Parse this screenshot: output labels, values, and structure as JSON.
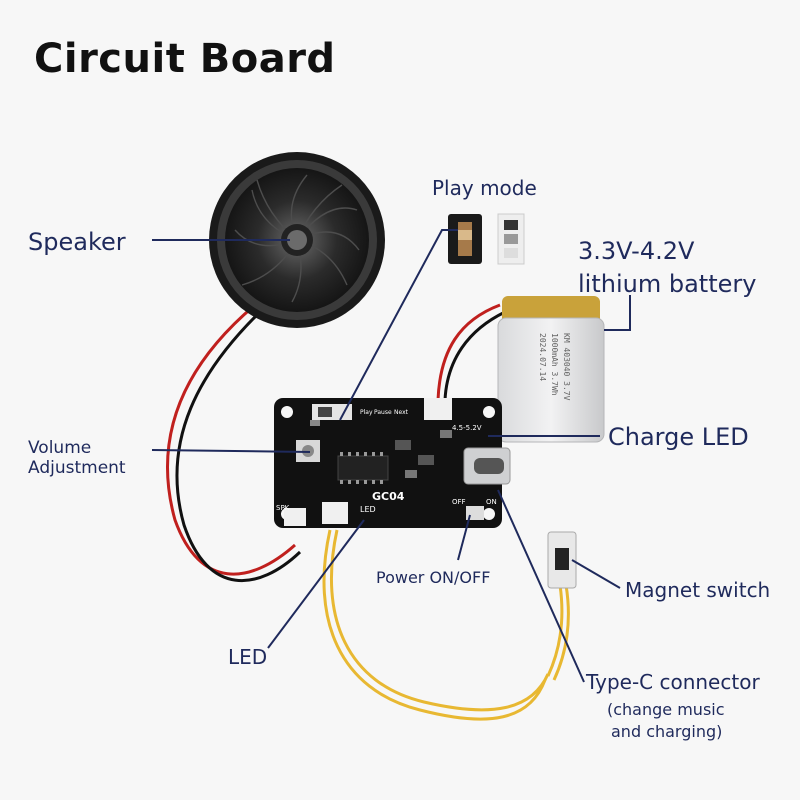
{
  "title": "Circuit Board",
  "labels": {
    "play_mode": "Play mode",
    "speaker": "Speaker",
    "battery_line1": "3.3V-4.2V",
    "battery_line2": "lithium battery",
    "charge_led": "Charge LED",
    "volume_line1": "Volume",
    "volume_line2": "Adjustment",
    "power": "Power ON/OFF",
    "magnet_switch": "Magnet switch",
    "led": "LED",
    "typec": "Type-C connector",
    "typec_note1": "(change music",
    "typec_note2": "and charging)"
  },
  "board": {
    "model": "GC04",
    "silk_led": "LED",
    "silk_spk": "SPK",
    "silk_off": "OFF",
    "silk_on": "ON",
    "silk_volt": "4.5-5.2V",
    "silk_play": "Play",
    "silk_pause": "Pause",
    "silk_next": "Next"
  },
  "battery_print": [
    "KM 403040 3.7V",
    "1000mAh 3.7Wh",
    "2024.07.14"
  ],
  "colors": {
    "label_text": "#1f2a5c",
    "pointer_line": "#1f2a5c",
    "title_text": "#111111",
    "board": "#111111",
    "battery": "#c9a23a",
    "wire_red": "#c0201e",
    "wire_black": "#111111",
    "wire_yellow": "#e8b832"
  }
}
